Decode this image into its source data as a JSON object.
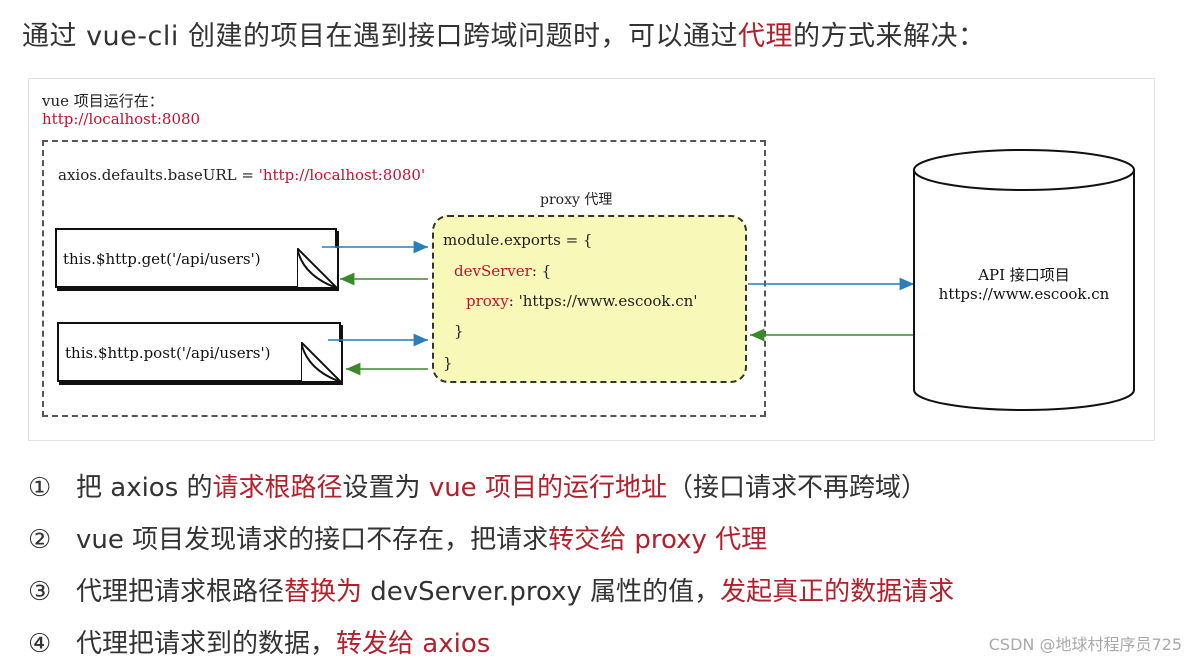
{
  "title": {
    "prefix": "通过 vue-cli 创建的项目在遇到接口跨域问题时，可以通过",
    "highlight": "代理",
    "suffix": "的方式来解决："
  },
  "diagram": {
    "project_label": "vue 项目运行在：",
    "project_url": "http://localhost:8080",
    "baseurl_prefix": "axios.defaults.baseURL = ",
    "baseurl_value": "'http://localhost:8080'",
    "proxy_label": "proxy 代理",
    "request_get": "this.$http.get('/api/users')",
    "request_post": "this.$http.post('/api/users')",
    "code": {
      "line1": "module.exports = {",
      "line2_key": "devServer",
      "line2_rest": ": {",
      "line3_key": "proxy",
      "line3_rest": ": 'https://www.escook.cn'",
      "line4": "}",
      "line5": "}"
    },
    "api_label": "API 接口项目",
    "api_url": "https://www.escook.cn",
    "colors": {
      "request_arrow": "#2a7db5",
      "response_arrow": "#3a8a2a",
      "accent_red": "#c8102e",
      "proxy_fill": "#f8f9b8"
    }
  },
  "steps": [
    {
      "num": "①",
      "parts": [
        {
          "text": "把 axios 的",
          "red": false
        },
        {
          "text": "请求根路径",
          "red": true
        },
        {
          "text": "设置为 ",
          "red": false
        },
        {
          "text": "vue 项目的运行地址",
          "red": true
        },
        {
          "text": "（接口请求不再跨域）",
          "red": false
        }
      ]
    },
    {
      "num": "②",
      "parts": [
        {
          "text": "vue 项目发现请求的接口不存在，把请求",
          "red": false
        },
        {
          "text": "转交给 proxy 代理",
          "red": true
        }
      ]
    },
    {
      "num": "③",
      "parts": [
        {
          "text": "代理把请求根路径",
          "red": false
        },
        {
          "text": "替换为",
          "red": true
        },
        {
          "text": " devServer.proxy 属性的值，",
          "red": false
        },
        {
          "text": "发起真正的数据请求",
          "red": true
        }
      ]
    },
    {
      "num": "④",
      "parts": [
        {
          "text": "代理把请求到的数据，",
          "red": false
        },
        {
          "text": "转发给 axios",
          "red": true
        }
      ]
    }
  ],
  "watermark": "CSDN @地球村程序员725"
}
